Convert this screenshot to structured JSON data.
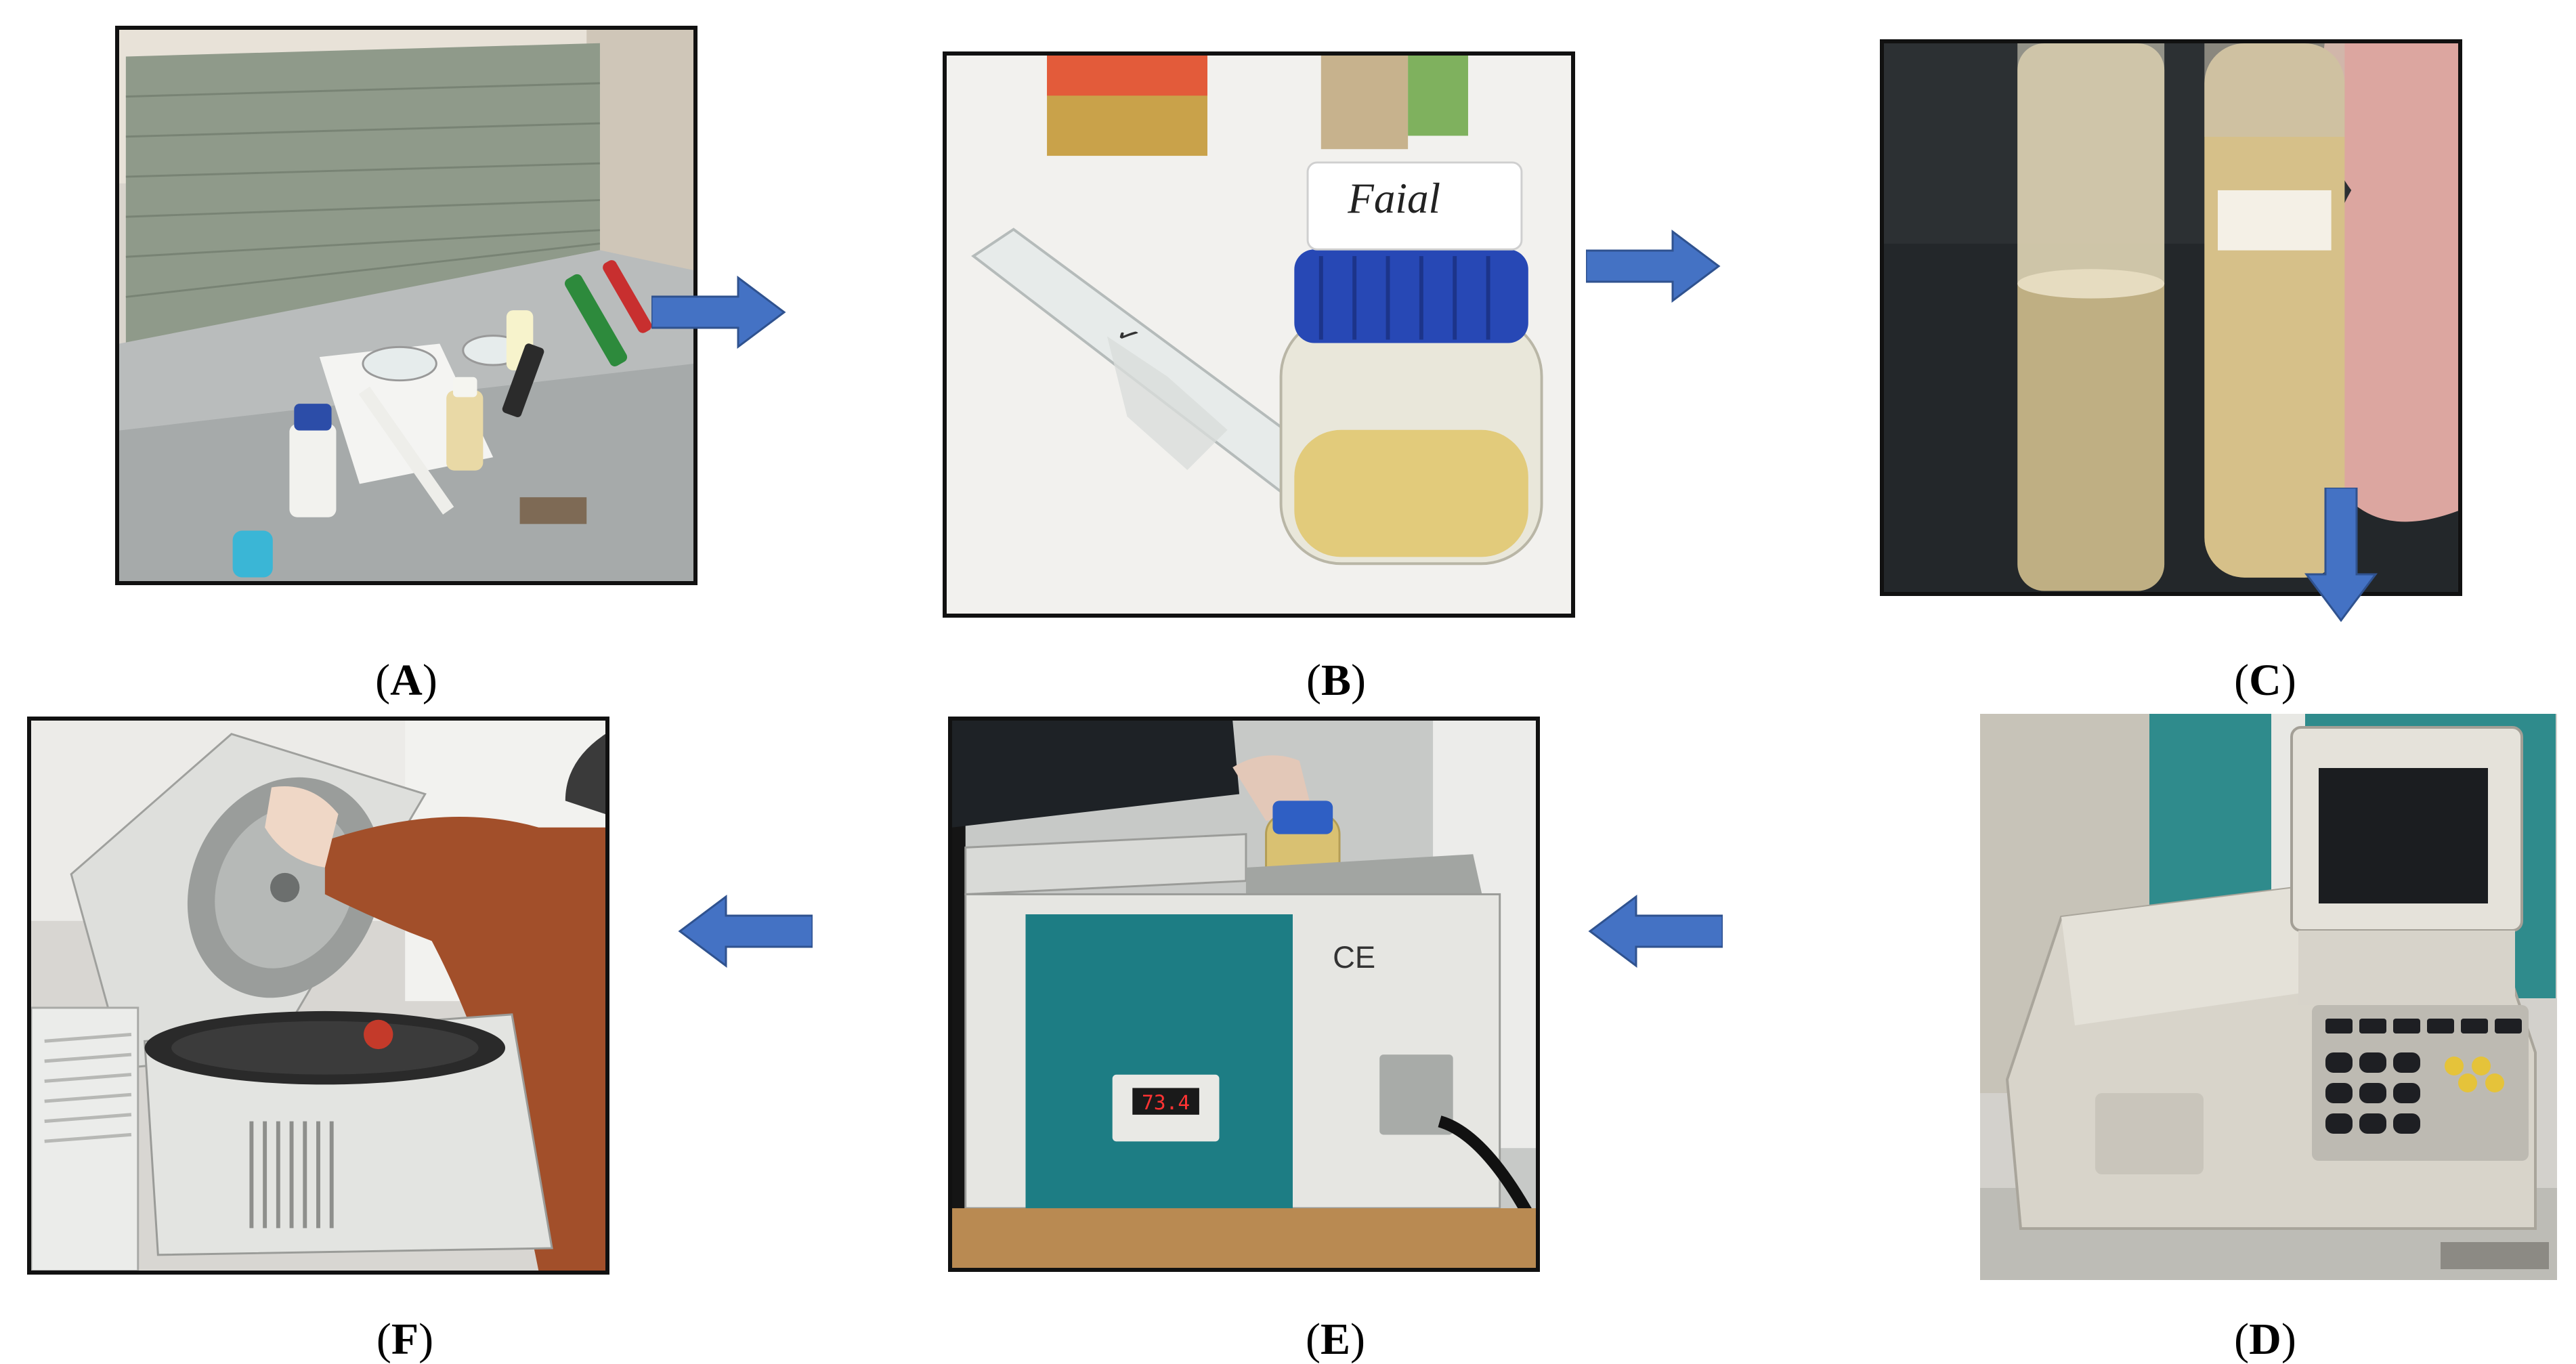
{
  "panels": [
    {
      "id": "A",
      "label_open": "(",
      "label_letter": "A",
      "label_close": ")",
      "scene": "laminar-flow-hood"
    },
    {
      "id": "B",
      "label_open": "(",
      "label_letter": "B",
      "label_close": ")",
      "scene": "sample-bottle-with-test-tube",
      "bottle_tag": "Faial"
    },
    {
      "id": "C",
      "label_open": "(",
      "label_letter": "C",
      "label_close": ")",
      "scene": "turbid-culture-tubes"
    },
    {
      "id": "D",
      "label_open": "(",
      "label_letter": "D",
      "label_close": ")",
      "scene": "uv-vis-spectrophotometer"
    },
    {
      "id": "E",
      "label_open": "(",
      "label_letter": "E",
      "label_close": ")",
      "scene": "water-bath",
      "display": "73.4",
      "mark": "CE"
    },
    {
      "id": "F",
      "label_open": "(",
      "label_letter": "F",
      "label_close": ")",
      "scene": "centrifuge"
    }
  ],
  "colors": {
    "arrow": "#4472C4",
    "arrow_stroke": "#2F528F",
    "frame": "#111111"
  },
  "arrows": [
    {
      "from": "A",
      "to": "B",
      "direction": "right"
    },
    {
      "from": "B",
      "to": "C",
      "direction": "right"
    },
    {
      "from": "C",
      "to": "D",
      "direction": "down"
    },
    {
      "from": "D",
      "to": "E",
      "direction": "left"
    },
    {
      "from": "E",
      "to": "F",
      "direction": "left"
    }
  ]
}
